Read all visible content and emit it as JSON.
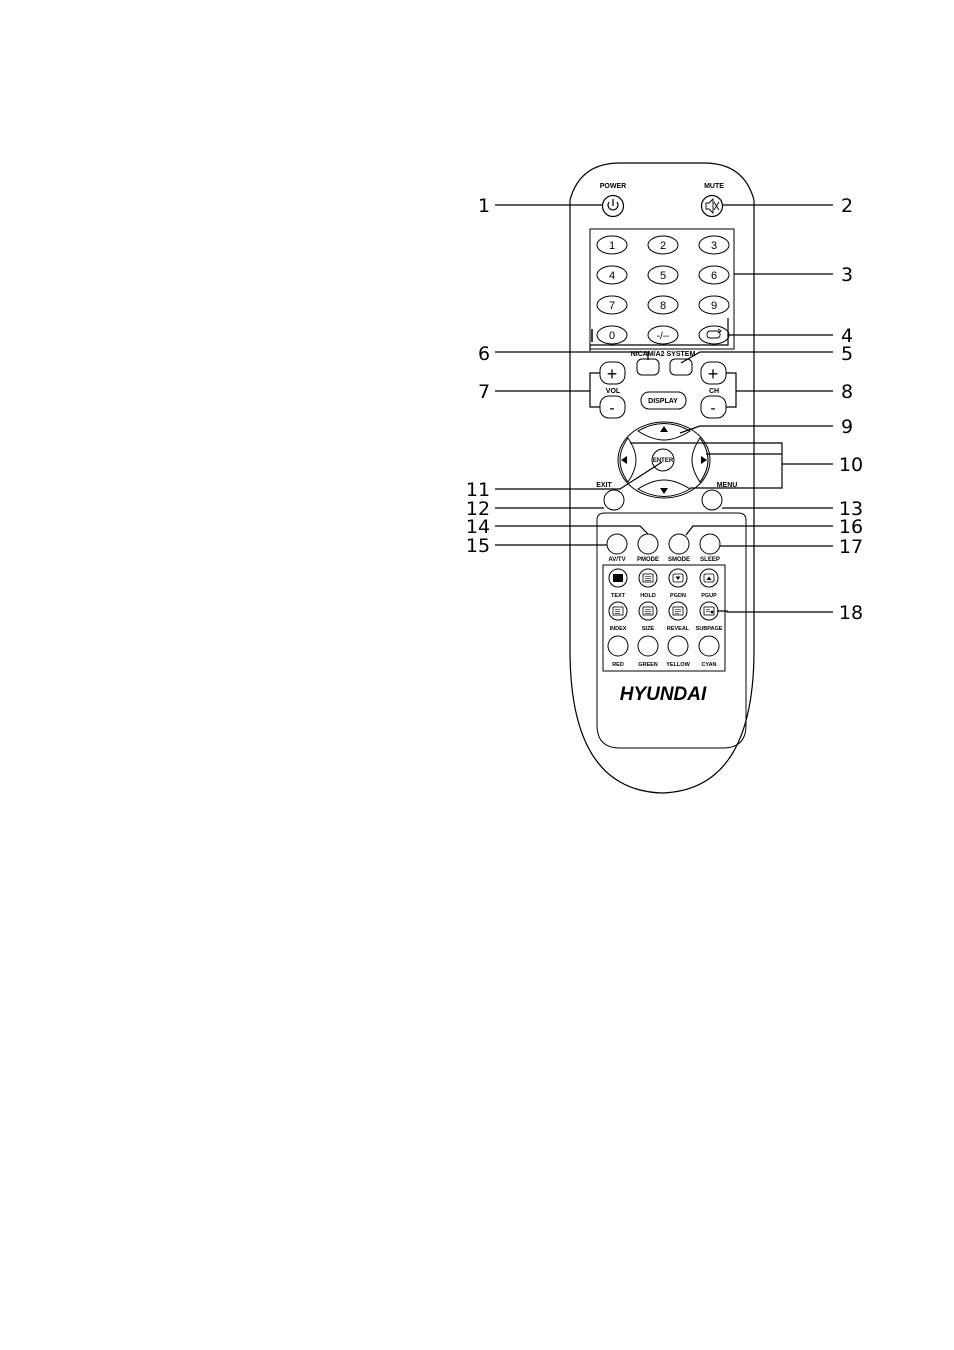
{
  "remote": {
    "top_labels": {
      "power": "POWER",
      "mute": "MUTE"
    },
    "number_keys": [
      "1",
      "2",
      "3",
      "4",
      "5",
      "6",
      "7",
      "8",
      "9",
      "0",
      "-/--"
    ],
    "nicam_label": "NICAM/A2 SYSTEM",
    "vol_label": "VOL",
    "ch_label": "CH",
    "plus": "+",
    "minus": "-",
    "display_label": "DISPLAY",
    "enter_label": "ENTER",
    "exit_label": "EXIT",
    "menu_label": "MENU",
    "function_labels": [
      "AV/TV",
      "PMODE",
      "SMODE",
      "SLEEP"
    ],
    "teletext_row1": [
      "TEXT",
      "HOLD",
      "PGDN",
      "PGUP"
    ],
    "teletext_row2": [
      "INDEX",
      "SIZE",
      "REVEAL",
      "SUBPAGE"
    ],
    "color_labels": [
      "RED",
      "GREEN",
      "YELLOW",
      "CYAN"
    ],
    "brand": "HYUNDAI"
  },
  "callouts": {
    "c1": "1",
    "c2": "2",
    "c3": "3",
    "c4": "4",
    "c5": "5",
    "c6": "6",
    "c7": "7",
    "c8": "8",
    "c9": "9",
    "c10": "10",
    "c11": "11",
    "c12": "12",
    "c13": "13",
    "c14": "14",
    "c15": "15",
    "c16": "16",
    "c17": "17",
    "c18": "18"
  }
}
